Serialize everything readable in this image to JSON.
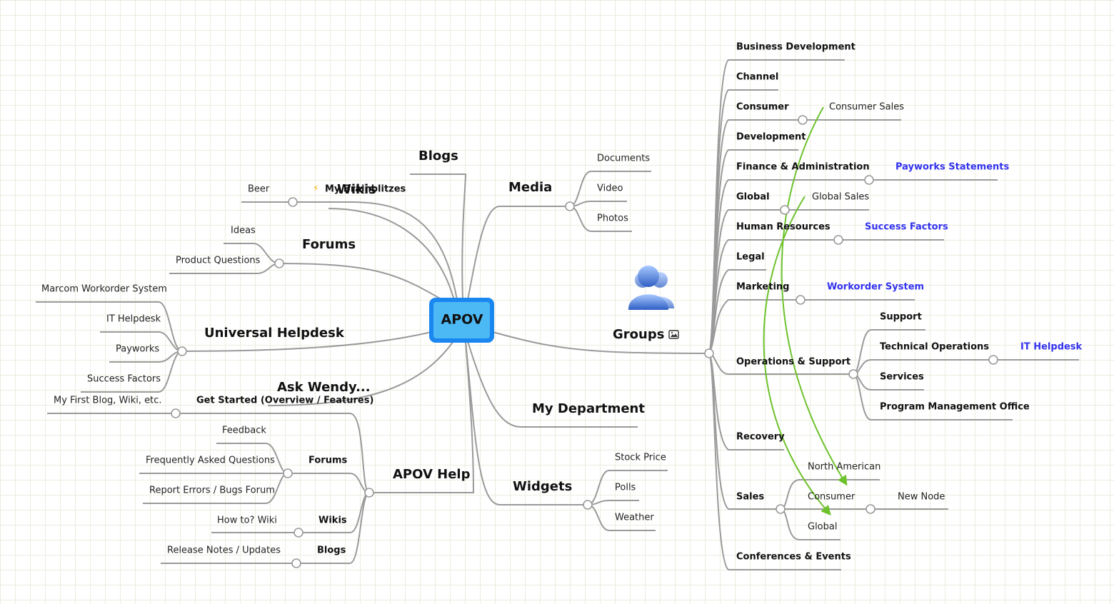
{
  "central": {
    "label": "APOV"
  },
  "colors": {
    "background": "#ffffff",
    "grid": "#ececdf",
    "branch": "#9a9a9a",
    "relationship": "#6dc22c",
    "link": "#3333ee",
    "central_fill": "#4cb9f5",
    "central_border": "#1a86f0"
  },
  "left": {
    "blogs": "Blogs",
    "wikis": "Wikis",
    "my_brainstorm": "My Brainblitzes",
    "beer": "Beer",
    "forums": "Forums",
    "ideas": "Ideas",
    "product_questions": "Product Questions",
    "universal_helpdesk": "Universal Helpdesk",
    "helpdesk_items": [
      "Marcom Workorder System",
      "IT Helpdesk",
      "Payworks",
      "Success Factors"
    ],
    "ask_wendy": "Ask Wendy...",
    "apov_help": {
      "label": "APOV Help",
      "get_started": "Get Started (Overview / Features)",
      "my_first": "My First Blog, Wiki, etc.",
      "forums": "Forums",
      "feedback": "Feedback",
      "faq": "Frequently Asked Questions",
      "report_errors": "Report Errors / Bugs Forum",
      "wikis": "Wikis",
      "how_to": "How to? Wiki",
      "blogs": "Blogs",
      "release_notes": "Release Notes / Updates"
    }
  },
  "right": {
    "media": {
      "label": "Media",
      "items": [
        "Documents",
        "Video",
        "Photos"
      ]
    },
    "groups": {
      "label": "Groups",
      "icon": "people-icon",
      "attachment_icon": "image-icon"
    },
    "my_department": "My Department",
    "widgets": {
      "label": "Widgets",
      "items": [
        "Stock Price",
        "Polls",
        "Weather"
      ]
    }
  },
  "groups_children": {
    "business_development": "Business Development",
    "channel": "Channel",
    "consumer": "Consumer",
    "consumer_sales": "Consumer Sales",
    "development": "Development",
    "finance": "Finance & Administration",
    "payworks_statements": "Payworks Statements",
    "global": "Global",
    "global_sales": "Global Sales",
    "human_resources": "Human Resources",
    "success_factors": "Success Factors",
    "legal": "Legal",
    "marketing": "Marketing",
    "workorder_system": "Workorder System",
    "operations": "Operations & Support",
    "support": "Support",
    "technical_operations": "Technical Operations",
    "it_helpdesk": "IT Helpdesk",
    "services": "Services",
    "pmo": "Program Management Office",
    "recovery": "Recovery",
    "sales": "Sales",
    "north_american": "North American",
    "sales_consumer": "Consumer",
    "new_node": "New Node",
    "sales_global": "Global",
    "conferences": "Conferences & Events"
  }
}
